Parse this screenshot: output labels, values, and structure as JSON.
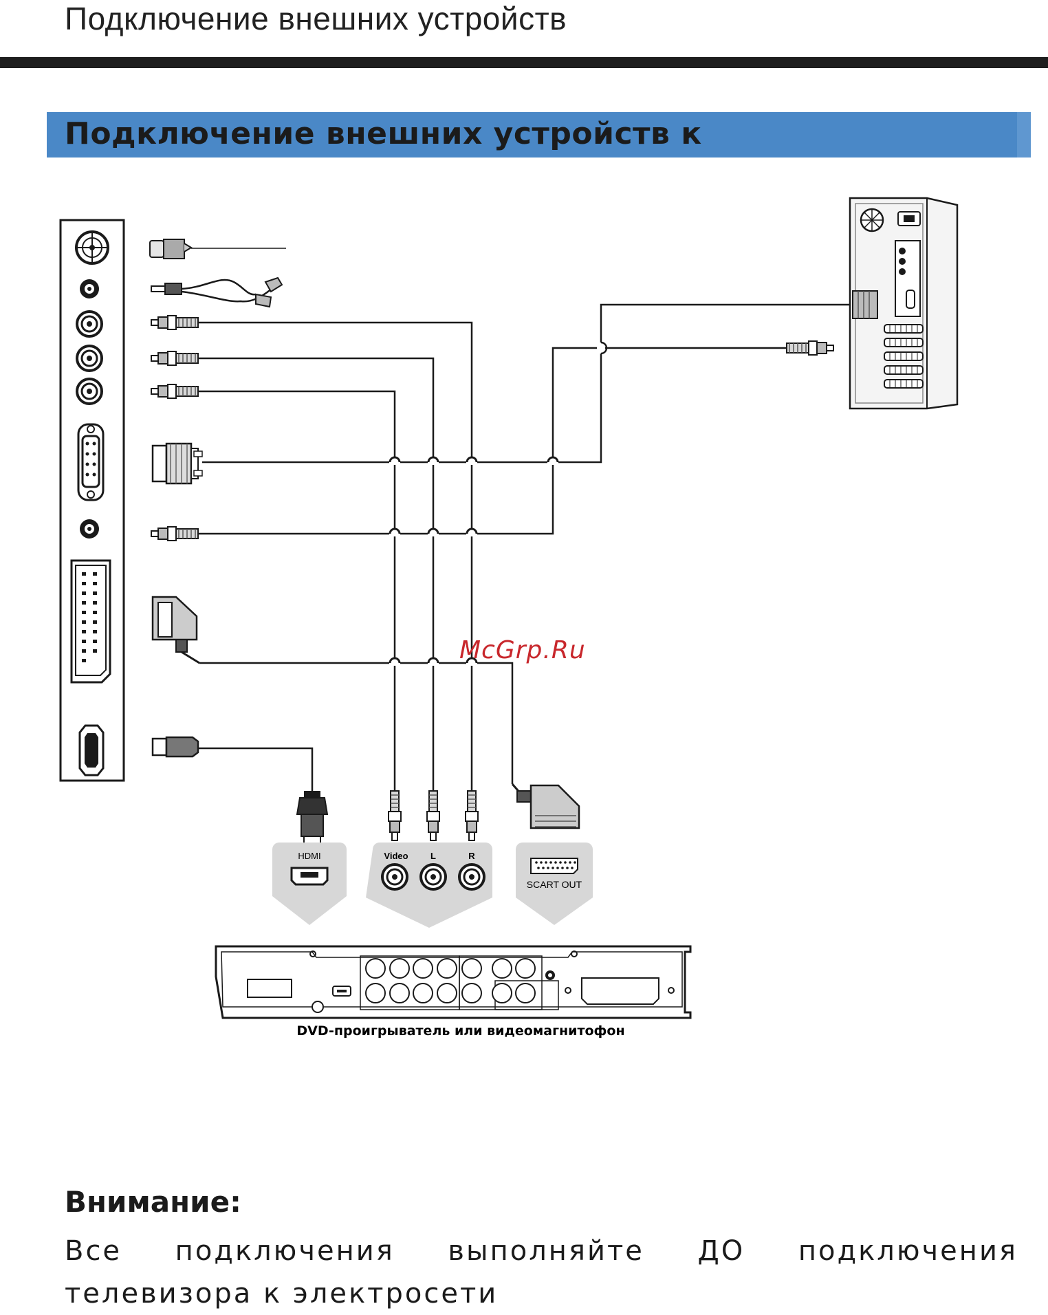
{
  "page": {
    "title": "Подключение внешних устройств",
    "section_title": "Подключение внешних устройств к"
  },
  "diagram": {
    "dvd_caption": "DVD-проигрыватель или видеомагнитофон",
    "output_panels": {
      "hdmi": "HDMI",
      "video": "Video",
      "left": "L",
      "right": "R",
      "scart": "SCART OUT"
    },
    "colors": {
      "line": "#1a1a1a",
      "panel": "#d7d7d7",
      "accent": "#4a88c7"
    }
  },
  "watermark": "McGrp.Ru",
  "warning": {
    "heading": "Внимание:",
    "text": "Все подключения выполняйте ДО подключения телевизора к электросети"
  }
}
